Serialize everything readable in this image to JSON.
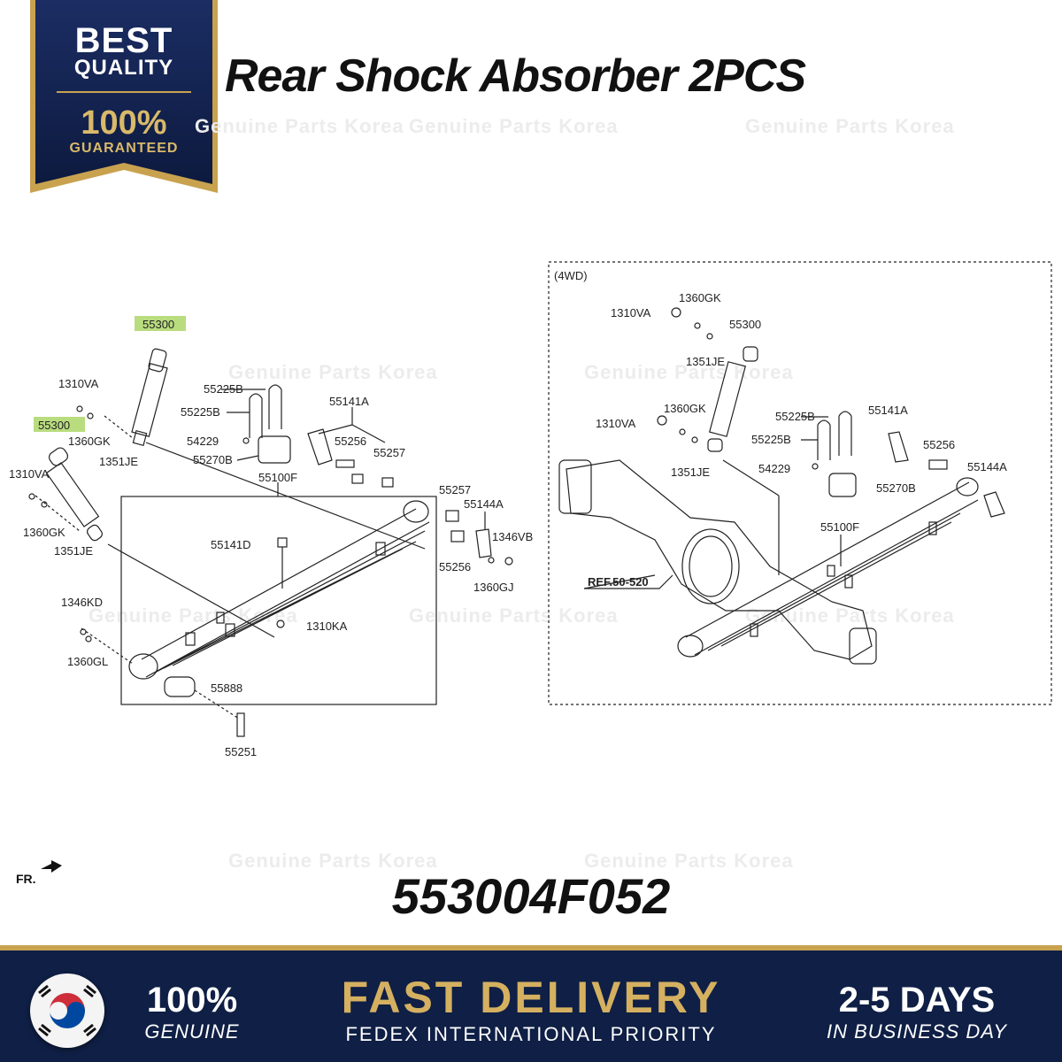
{
  "badge": {
    "line1": "BEST",
    "line2": "QUALITY",
    "line3": "100%",
    "line4": "GUARANTEED"
  },
  "title": "Rear Shock Absorber 2PCS",
  "watermark": "Genuine Parts Korea",
  "diagram": {
    "section_label": "(4WD)",
    "ref_label": "REF.50-520",
    "left_labels": [
      "55300",
      "55300",
      "1310VA",
      "1360GK",
      "1351JE",
      "1310VA",
      "1360GK",
      "1351JE",
      "55225B",
      "55225B",
      "54229",
      "55270B",
      "55141A",
      "55256",
      "55257",
      "55100F",
      "55257",
      "55144A",
      "1346VB",
      "55256",
      "1360GJ",
      "55141D",
      "1346KD",
      "1310KA",
      "1360GL",
      "55888",
      "55251"
    ],
    "right_labels": [
      "1360GK",
      "1310VA",
      "55300",
      "1351JE",
      "1360GK",
      "1310VA",
      "1351JE",
      "55225B",
      "55225B",
      "54229",
      "55141A",
      "55256",
      "55144A",
      "55270B",
      "55100F"
    ]
  },
  "fr_label": "FR.",
  "part_number": "553004F052",
  "footer": {
    "genuine_big": "100%",
    "genuine_small": "GENUINE",
    "delivery_big": "FAST DELIVERY",
    "delivery_small": "FEDEX INTERNATIONAL PRIORITY",
    "days_big": "2-5 DAYS",
    "days_small": "IN BUSINESS DAY"
  },
  "colors": {
    "navy": "#0f1f45",
    "gold": "#c8a24f",
    "highlight": "#b9dc7f"
  }
}
